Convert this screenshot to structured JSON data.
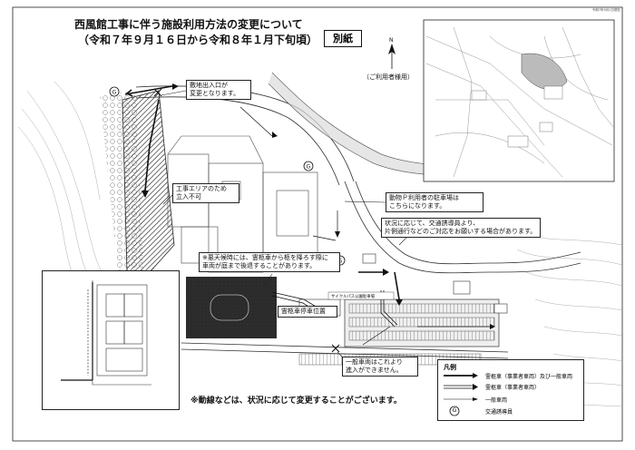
{
  "header": {
    "top_right_note": "令和7年9月1日現在",
    "title_line1": "西風館工事に伴う施設利用方法の変更について",
    "title_line2": "（令和７年９月１６日から令和８年１月下旬頃）",
    "badge": "別紙",
    "subtitle": "（ご利用者様用）"
  },
  "callouts": {
    "entrance": "敷地出入口が\n変更となります。",
    "construction": "工事エリアのため\n立入不可",
    "parking_zoo": "動物Ｐ利用者の駐車場は\nこちらになります。",
    "guide": "状況に応じて、交通誘導員より、\n片側通行などのご対応をお願いする場合があります。",
    "rain": "※悪天候時には、霊柩車から柩を降ろす際に\n車両が庭まで後退することがあります。",
    "hearse_stop": "霊柩車停車位置",
    "no_entry": "一般車両はこれより\n進入ができません。"
  },
  "map_labels": {
    "zoo_parking": "サイクルパス公園駐車場",
    "north": "N"
  },
  "legend": {
    "title": "凡例",
    "items": [
      {
        "label": "霊柩車（事業者車両）及び一般車両"
      },
      {
        "label": "霊柩車（事業者車両）"
      },
      {
        "label": "一般車両"
      },
      {
        "label": "交通誘導員",
        "symbol": "G"
      }
    ]
  },
  "footer_note": "※動線などは、状況に応じて変更することがございます。",
  "colors": {
    "line": "#111111",
    "hatch": "#333333",
    "dark_fill": "#2a2a2a",
    "road_gray": "#bfbfbf"
  }
}
